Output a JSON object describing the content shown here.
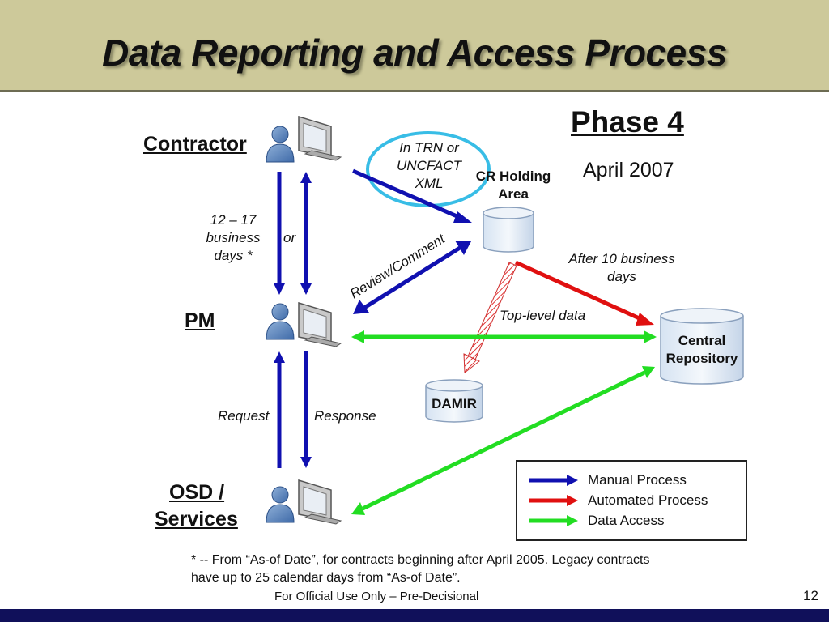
{
  "slide": {
    "title": "Data Reporting and Access Process",
    "phase": "Phase 4",
    "date": "April 2007",
    "page_number": "12",
    "footer": "For Official Use Only – Pre-Decisional",
    "footnote_line1": "* -- From “As-of Date”, for contracts beginning after April 2005.  Legacy contracts",
    "footnote_line2": "have up to 25 calendar days from “As-of Date”."
  },
  "actors": {
    "contractor": "Contractor",
    "pm": "PM",
    "osd_line1": "OSD /",
    "osd_line2": "Services"
  },
  "datastores": {
    "cr_holding_line1": "CR Holding",
    "cr_holding_line2": "Area",
    "central_line1": "Central",
    "central_line2": "Repository",
    "damir": "DAMIR"
  },
  "flow_labels": {
    "format_line1": "In TRN or",
    "format_line2": "UNCFACT",
    "format_line3": "XML",
    "days_line1": "12 – 17",
    "days_line2": "business",
    "days_line3": "days *",
    "or": "or",
    "review": "Review/Comment",
    "after_line1": "After 10 business",
    "after_line2": "days",
    "top_level": "Top-level data",
    "request": "Request",
    "response": "Response"
  },
  "legend": {
    "manual": "Manual Process",
    "automated": "Automated Process",
    "access": "Data Access"
  },
  "colors": {
    "manual": "#1010b0",
    "automated": "#e01010",
    "access": "#22dd22",
    "highlight_circle": "#38bde6",
    "header_bg": "#cdc99a",
    "footer_bar": "#10105a"
  }
}
